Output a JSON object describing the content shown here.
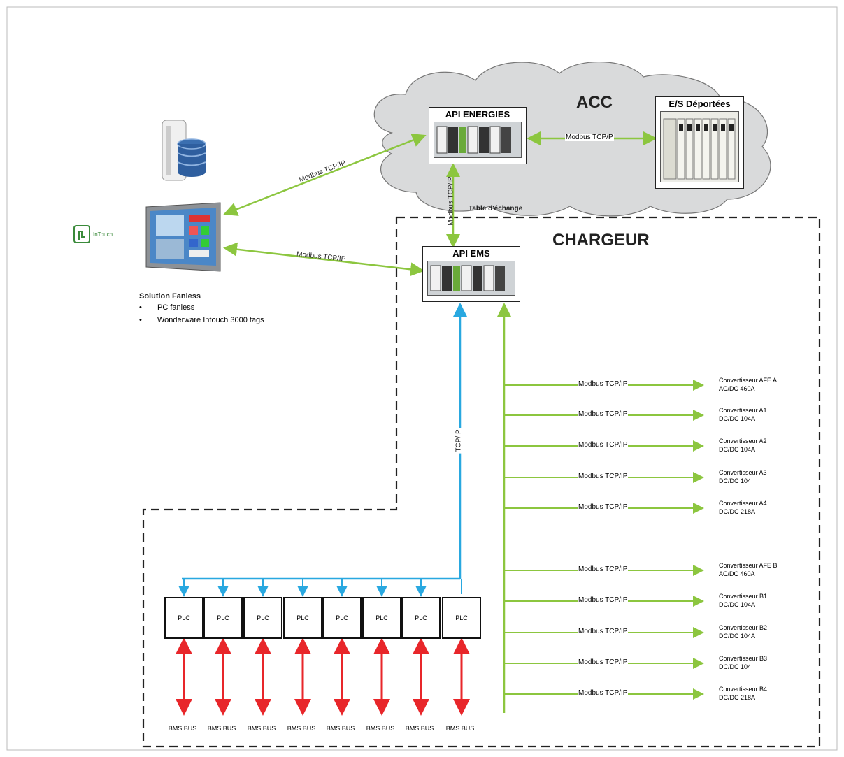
{
  "cloud_title": "ACC",
  "api_energies": {
    "title": "API ENERGIES"
  },
  "es_deportees": {
    "title": "E/S Déportées"
  },
  "api_ems": {
    "title": "API EMS"
  },
  "chargeur_title": "CHARGEUR",
  "table_echange": "Table d'échange",
  "link_modbus": "Modbus TCP/IP",
  "link_modbus_alt": "Modbus TCP/P",
  "link_tcp": "TCP/IP",
  "intouch_logo_text": "InTouch",
  "solution": {
    "title": "Solution Fanless",
    "items": [
      "PC fanless",
      "Wonderware Intouch 3000 tags"
    ]
  },
  "plcs": [
    "PLC",
    "PLC",
    "PLC",
    "PLC",
    "PLC",
    "PLC",
    "PLC",
    "PLC"
  ],
  "bms": [
    "BMS BUS",
    "BMS BUS",
    "BMS BUS",
    "BMS BUS",
    "BMS BUS",
    "BMS BUS",
    "BMS BUS",
    "BMS BUS"
  ],
  "converters": [
    {
      "line1": "Convertisseur AFE A",
      "line2": "AC/DC 460A"
    },
    {
      "line1": "Convertisseur A1",
      "line2": "DC/DC 104A"
    },
    {
      "line1": "Convertisseur A2",
      "line2": "DC/DC 104A"
    },
    {
      "line1": "Convertisseur A3",
      "line2": "DC/DC 104"
    },
    {
      "line1": "Convertisseur A4",
      "line2": "DC/DC 218A"
    },
    {
      "line1": "Convertisseur AFE B",
      "line2": "AC/DC 460A"
    },
    {
      "line1": "Convertisseur B1",
      "line2": "DC/DC 104A"
    },
    {
      "line1": "Convertisseur B2",
      "line2": "DC/DC 104A"
    },
    {
      "line1": "Convertisseur B3",
      "line2": "DC/DC 104"
    },
    {
      "line1": "Convertisseur B4",
      "line2": "DC/DC 218A"
    }
  ],
  "colors": {
    "green": "#8cc63f",
    "blue": "#29a8e0",
    "red": "#e8262a",
    "cloud": "#d9dadb"
  }
}
